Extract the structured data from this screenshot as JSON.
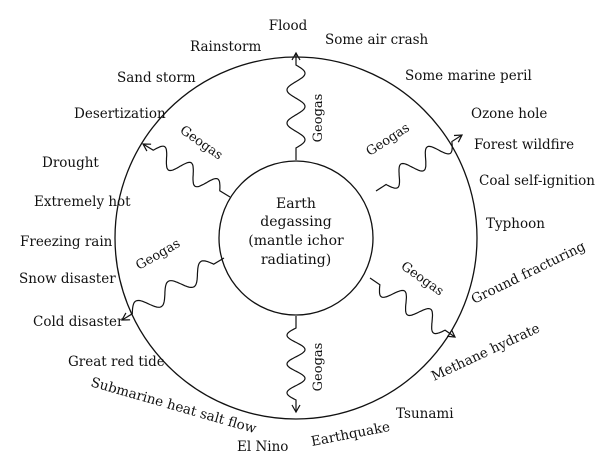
{
  "core": {
    "lines": [
      "Earth",
      "degassing",
      "(mantle ichor",
      "radiating)"
    ]
  },
  "geogas_label": "Geogas",
  "hazards": [
    "Flood",
    "Some air crash",
    "Some marine peril",
    "Ozone hole",
    "Forest wildfire",
    "Coal self-ignition",
    "Typhoon",
    "Ground fracturing",
    "Methane hydrate",
    "Tsunami",
    "Earthquake",
    "El Nino",
    "Submarine heat salt flow",
    "Great red tide",
    "Cold disaster",
    "Snow disaster",
    "Freezing rain",
    "Extremely hot",
    "Drought",
    "Desertization",
    "Sand storm",
    "Rainstorm"
  ]
}
